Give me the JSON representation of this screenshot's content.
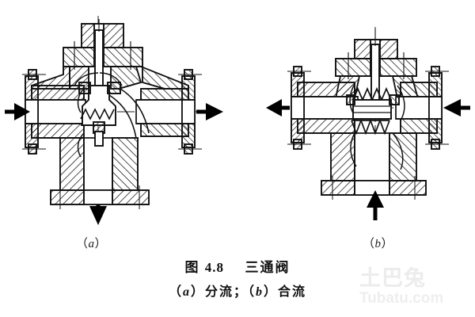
{
  "figure": {
    "caption_label": "图",
    "caption_number": "4.8",
    "caption_title": "三通阀",
    "caption_sub": "（a）分流；（b）合流",
    "caption_sub_parts": {
      "a_open": "（",
      "a_letter": "a",
      "a_close": "）",
      "a_text": "分流；",
      "b_open": "（",
      "b_letter": "b",
      "b_close": "）",
      "b_text": "合流"
    }
  },
  "diagrams": [
    {
      "id": "valve-a",
      "sub_label_open": "（",
      "sub_label_letter": "a",
      "sub_label_close": "）",
      "name": "分流三通阀",
      "flow_type": "diverting",
      "ports": [
        {
          "name": "left-port",
          "direction": "in",
          "arrow": "right"
        },
        {
          "name": "right-port",
          "direction": "out",
          "arrow": "right"
        },
        {
          "name": "bottom-port",
          "direction": "out",
          "arrow": "down"
        }
      ]
    },
    {
      "id": "valve-b",
      "sub_label_open": "（",
      "sub_label_letter": "b",
      "sub_label_close": "）",
      "name": "合流三通阀",
      "flow_type": "mixing",
      "ports": [
        {
          "name": "left-port",
          "direction": "out",
          "arrow": "left"
        },
        {
          "name": "right-port",
          "direction": "in",
          "arrow": "left"
        },
        {
          "name": "bottom-port",
          "direction": "in",
          "arrow": "up"
        }
      ]
    }
  ],
  "watermark": {
    "cn": "土巴兔",
    "en": "Tubatu.com"
  },
  "colors": {
    "background": "#ffffff",
    "line": "#111111",
    "hatch": "#1a1a1a",
    "text": "#111111",
    "watermark": "#ececed"
  }
}
